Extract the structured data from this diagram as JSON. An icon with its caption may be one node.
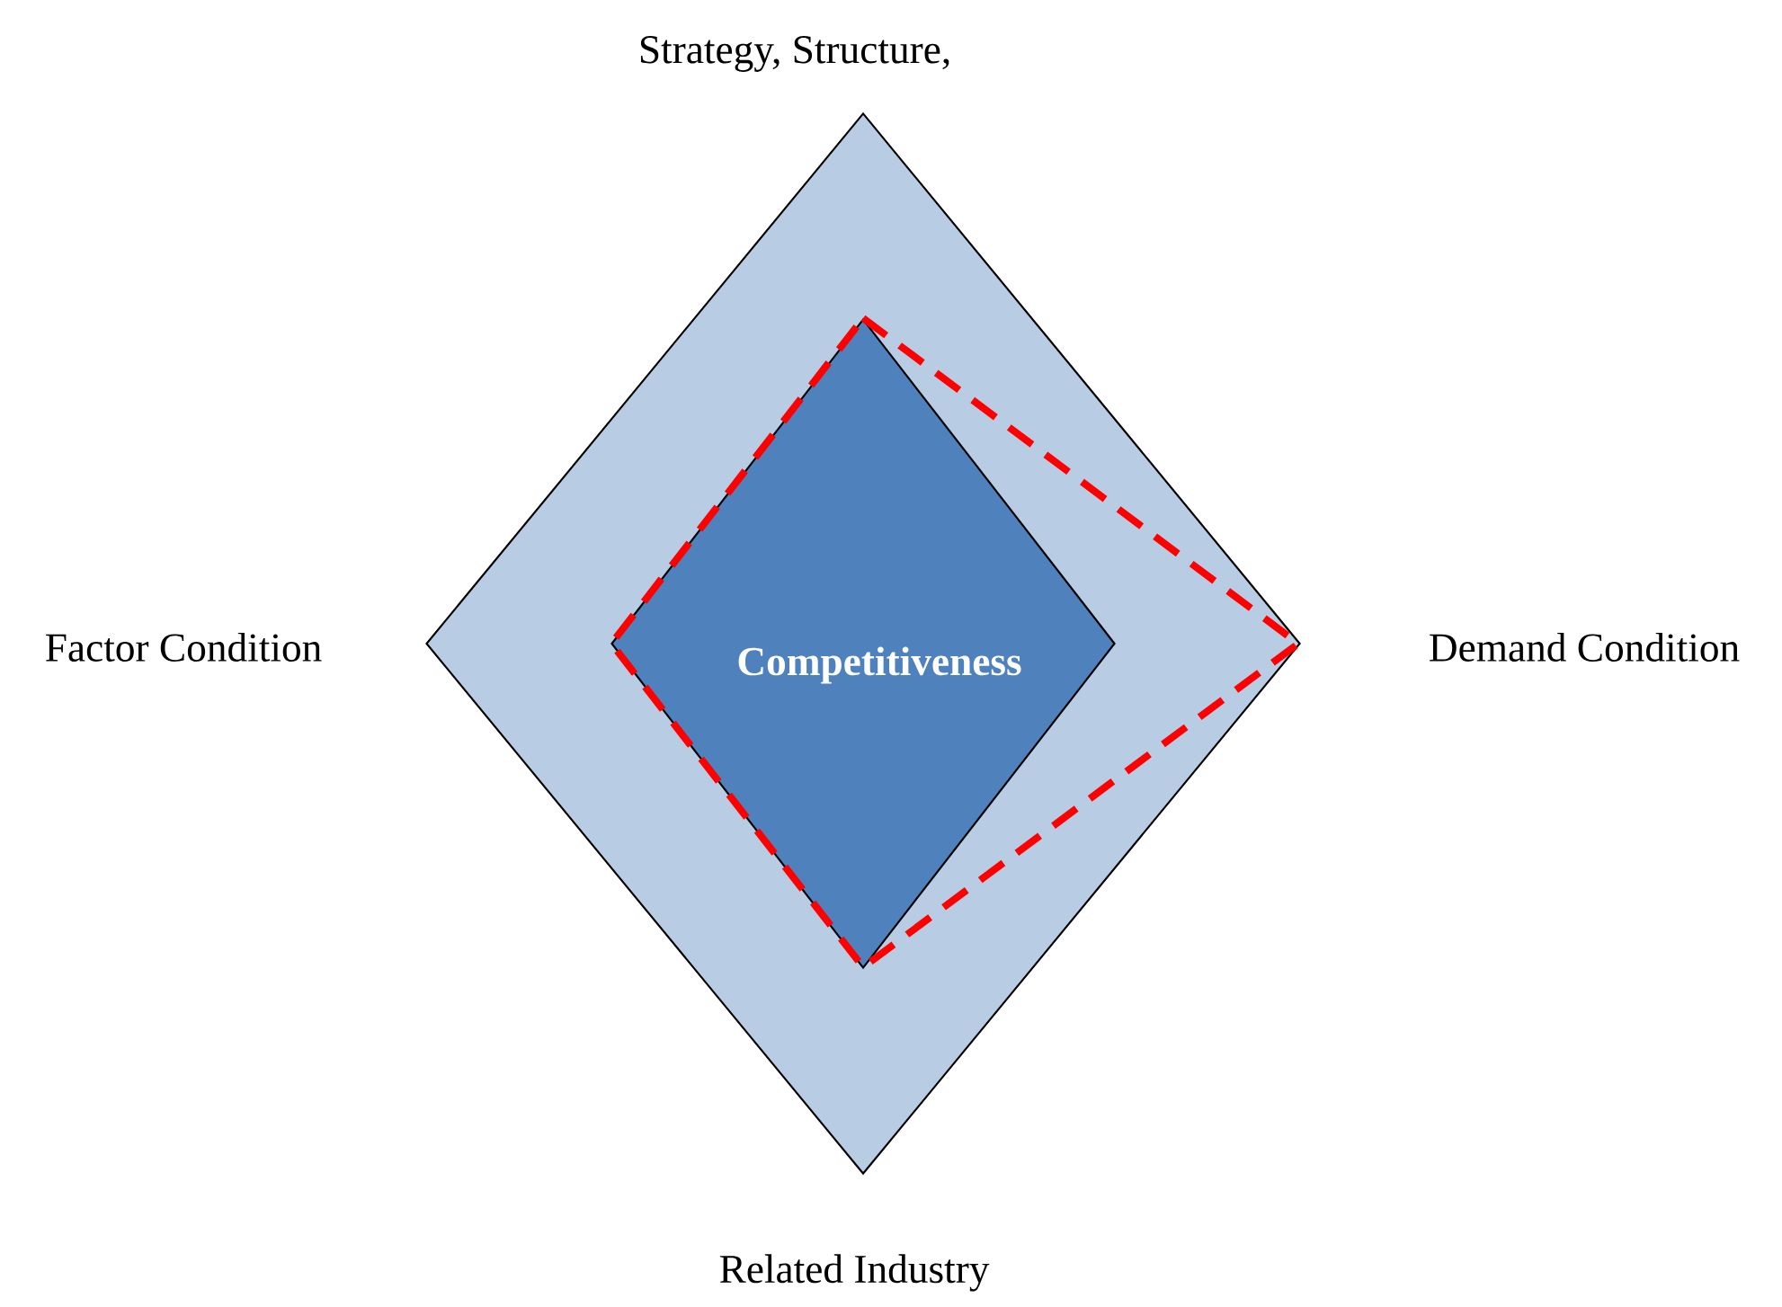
{
  "diagram": {
    "nodes": [
      {
        "text": [],
        "shape": "diamond"
      },
      {
        "text": [
          "Competitiveness"
        ],
        "in": 0
      }
    ],
    "labels": [
      "Strategy, Structure,",
      "Factor Condition",
      "Demand Condition",
      "Related Industry"
    ]
  }
}
